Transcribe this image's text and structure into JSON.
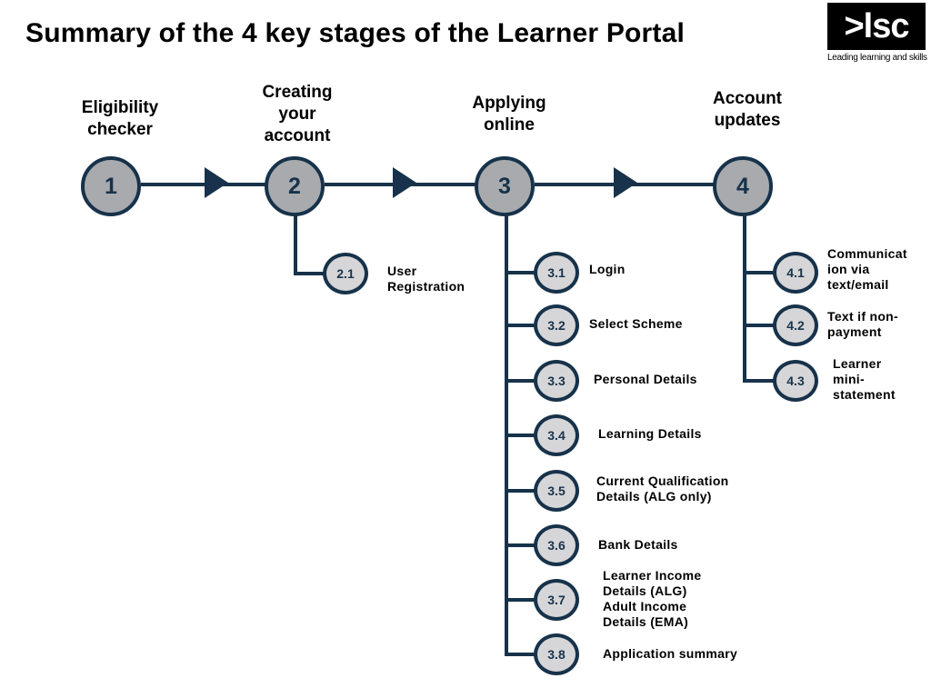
{
  "title": "Summary of the 4 key stages of the Learner Portal",
  "logo": {
    "wordmark": ">lsc",
    "tagline": "Leading learning and skills"
  },
  "stages": [
    {
      "number": "1",
      "title_lines": [
        "Eligibility",
        "checker"
      ],
      "substeps": []
    },
    {
      "number": "2",
      "title_lines": [
        "Creating",
        "your",
        "account"
      ],
      "substeps": [
        {
          "number": "2.1",
          "label_lines": [
            "User",
            "Registration"
          ]
        }
      ]
    },
    {
      "number": "3",
      "title_lines": [
        "Applying",
        "online"
      ],
      "substeps": [
        {
          "number": "3.1",
          "label_lines": [
            "Login"
          ]
        },
        {
          "number": "3.2",
          "label_lines": [
            "Select Scheme"
          ]
        },
        {
          "number": "3.3",
          "label_lines": [
            "Personal Details"
          ]
        },
        {
          "number": "3.4",
          "label_lines": [
            "Learning Details"
          ]
        },
        {
          "number": "3.5",
          "label_lines": [
            "Current Qualification",
            "Details (ALG only)"
          ]
        },
        {
          "number": "3.6",
          "label_lines": [
            "Bank Details"
          ]
        },
        {
          "number": "3.7",
          "label_lines": [
            "Learner Income",
            "Details (ALG)",
            "Adult Income",
            "Details (EMA)"
          ]
        },
        {
          "number": "3.8",
          "label_lines": [
            "Application summary"
          ]
        }
      ]
    },
    {
      "number": "4",
      "title_lines": [
        "Account",
        "updates"
      ],
      "substeps": [
        {
          "number": "4.1",
          "label_lines": [
            "Communicat",
            "ion via",
            "text/email"
          ]
        },
        {
          "number": "4.2",
          "label_lines": [
            "Text if non-",
            "payment"
          ]
        },
        {
          "number": "4.3",
          "label_lines": [
            "Learner",
            "mini-",
            "statement"
          ]
        }
      ]
    }
  ],
  "colors": {
    "line": "#17324a",
    "main_fill": "#a8aaad",
    "sub_fill": "#d6d6d8"
  }
}
